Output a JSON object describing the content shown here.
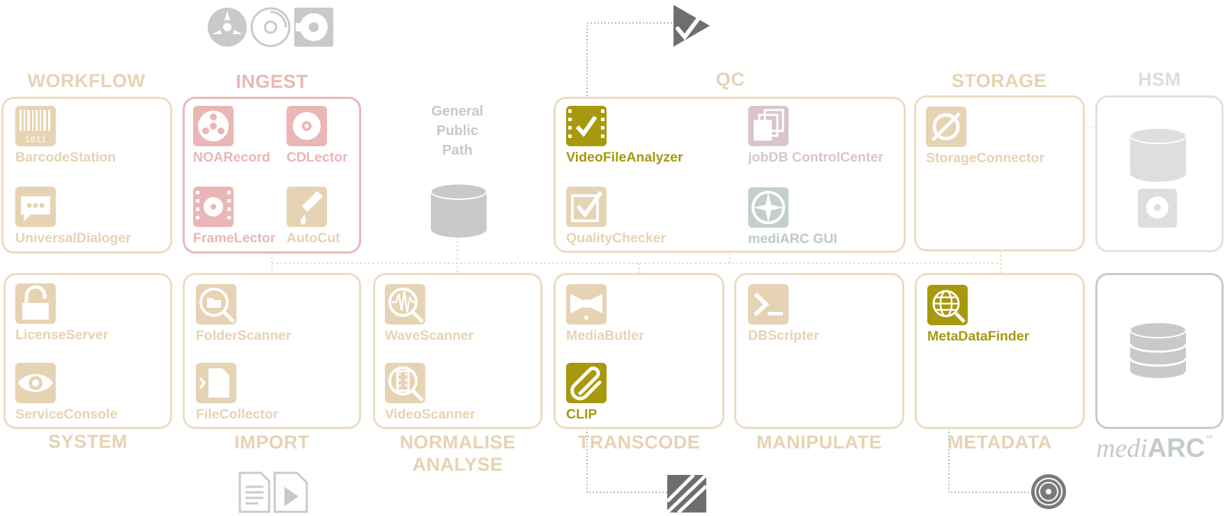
{
  "sections": {
    "workflow": "WORKFLOW",
    "ingest": "INGEST",
    "qc": "QC",
    "storage": "STORAGE",
    "hsm": "HSM",
    "system": "SYSTEM",
    "import": "IMPORT",
    "normalise": "NORMALISE",
    "analyse": "ANALYSE",
    "transcode": "TRANSCODE",
    "manipulate": "MANIPULATE",
    "metadata": "METADATA"
  },
  "general_public_path": {
    "line1": "General",
    "line2": "Public",
    "line3": "Path"
  },
  "modules": {
    "barcode_station": "BarcodeStation",
    "barcode_digits": "1011",
    "universal_dialoger": "UniversalDialoger",
    "noa_record": "NOARecord",
    "cd_lector": "CDLector",
    "frame_lector": "FrameLector",
    "auto_cut": "AutoCut",
    "video_file_analyzer": "VideoFileAnalyzer",
    "jobdb_control_center": "jobDB ControlCenter",
    "quality_checker": "QualityChecker",
    "mediarc_gui": "mediARC GUI",
    "storage_connector": "StorageConnector",
    "license_server": "LicenseServer",
    "service_console": "ServiceConsole",
    "folder_scanner": "FolderScanner",
    "file_collector": "FileCollector",
    "wave_scanner": "WaveScanner",
    "video_scanner": "VideoScanner",
    "media_butler": "MediaButler",
    "clip": "CLIP",
    "db_scripter": "DBScripter",
    "meta_data_finder": "MetaDataFinder"
  },
  "brand": {
    "part1": "medi",
    "part2": "ARC",
    "tm": "™"
  },
  "colors": {
    "tan": "#e6d3b3",
    "pink": "#eab6b6",
    "olive": "#a8980d",
    "mauve": "#d9c5c8",
    "grey_green": "#c3ccc8",
    "dark_icon": "#6e6e6e",
    "light_icon": "#c9c9c9"
  }
}
